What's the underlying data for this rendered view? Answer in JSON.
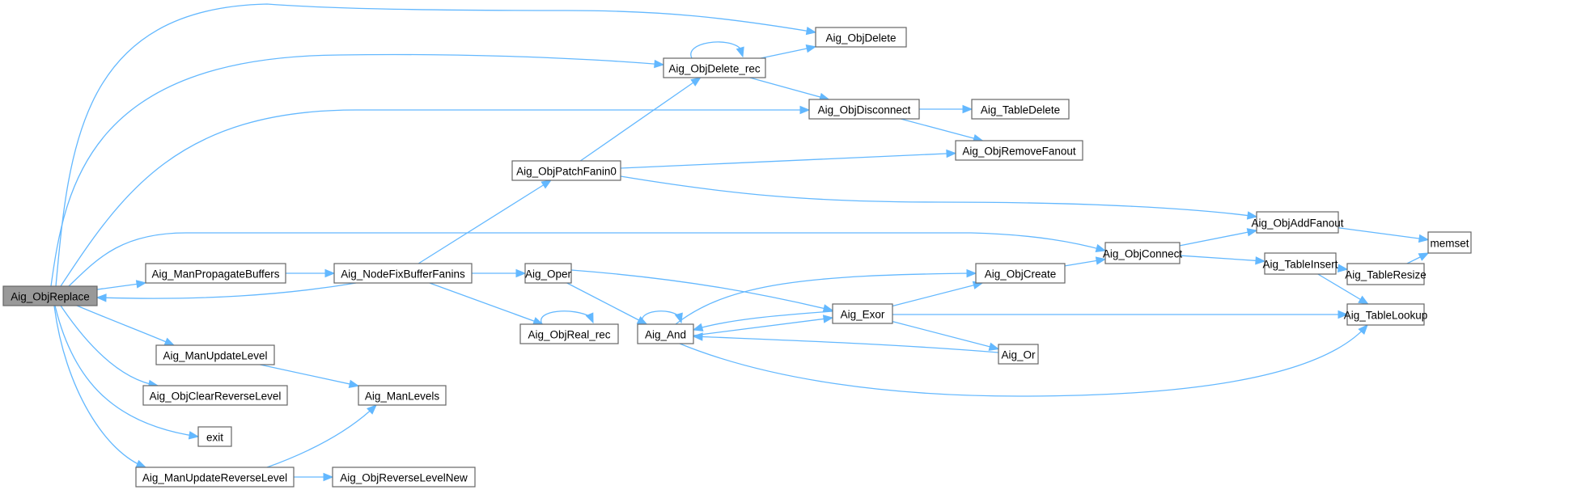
{
  "graph": {
    "title": "Aig_ObjReplace call graph",
    "edge_color": "#63b8ff",
    "node_fill": "#ffffff",
    "root_fill": "#999999",
    "border_color": "#666666",
    "nodes": [
      {
        "id": "Aig_ObjReplace",
        "label": "Aig_ObjReplace",
        "root": true
      },
      {
        "id": "Aig_ManPropagateBuffers",
        "label": "Aig_ManPropagateBuffers"
      },
      {
        "id": "Aig_NodeFixBufferFanins",
        "label": "Aig_NodeFixBufferFanins"
      },
      {
        "id": "Aig_ObjPatchFanin0",
        "label": "Aig_ObjPatchFanin0"
      },
      {
        "id": "Aig_ObjDelete_rec",
        "label": "Aig_ObjDelete_rec"
      },
      {
        "id": "Aig_ObjDelete",
        "label": "Aig_ObjDelete"
      },
      {
        "id": "Aig_ObjDisconnect",
        "label": "Aig_ObjDisconnect"
      },
      {
        "id": "Aig_TableDelete",
        "label": "Aig_TableDelete"
      },
      {
        "id": "Aig_ObjRemoveFanout",
        "label": "Aig_ObjRemoveFanout"
      },
      {
        "id": "Aig_ObjAddFanout",
        "label": "Aig_ObjAddFanout"
      },
      {
        "id": "memset",
        "label": "memset"
      },
      {
        "id": "Aig_ObjConnect",
        "label": "Aig_ObjConnect"
      },
      {
        "id": "Aig_TableInsert",
        "label": "Aig_TableInsert"
      },
      {
        "id": "Aig_TableResize",
        "label": "Aig_TableResize"
      },
      {
        "id": "Aig_TableLookup",
        "label": "Aig_TableLookup"
      },
      {
        "id": "Aig_ObjCreate",
        "label": "Aig_ObjCreate"
      },
      {
        "id": "Aig_Oper",
        "label": "Aig_Oper"
      },
      {
        "id": "Aig_Exor",
        "label": "Aig_Exor"
      },
      {
        "id": "Aig_And",
        "label": "Aig_And"
      },
      {
        "id": "Aig_Or",
        "label": "Aig_Or"
      },
      {
        "id": "Aig_ObjReal_rec",
        "label": "Aig_ObjReal_rec"
      },
      {
        "id": "Aig_ManUpdateLevel",
        "label": "Aig_ManUpdateLevel"
      },
      {
        "id": "Aig_ManLevels",
        "label": "Aig_ManLevels"
      },
      {
        "id": "Aig_ObjClearReverseLevel",
        "label": "Aig_ObjClearReverseLevel"
      },
      {
        "id": "exit",
        "label": "exit"
      },
      {
        "id": "Aig_ManUpdateReverseLevel",
        "label": "Aig_ManUpdateReverseLevel"
      },
      {
        "id": "Aig_ObjReverseLevelNew",
        "label": "Aig_ObjReverseLevelNew"
      }
    ],
    "edges": [
      {
        "from": "Aig_ObjReplace",
        "to": "Aig_ObjDelete"
      },
      {
        "from": "Aig_ObjReplace",
        "to": "Aig_ObjDelete_rec"
      },
      {
        "from": "Aig_ObjReplace",
        "to": "Aig_ObjDisconnect"
      },
      {
        "from": "Aig_ObjReplace",
        "to": "Aig_ObjConnect"
      },
      {
        "from": "Aig_ObjReplace",
        "to": "Aig_ManPropagateBuffers"
      },
      {
        "from": "Aig_ObjReplace",
        "to": "Aig_ManUpdateLevel"
      },
      {
        "from": "Aig_ObjReplace",
        "to": "Aig_ObjClearReverseLevel"
      },
      {
        "from": "Aig_ObjReplace",
        "to": "exit"
      },
      {
        "from": "Aig_ObjReplace",
        "to": "Aig_ManUpdateReverseLevel"
      },
      {
        "from": "Aig_ManPropagateBuffers",
        "to": "Aig_NodeFixBufferFanins"
      },
      {
        "from": "Aig_NodeFixBufferFanins",
        "to": "Aig_ObjReplace"
      },
      {
        "from": "Aig_NodeFixBufferFanins",
        "to": "Aig_ObjPatchFanin0"
      },
      {
        "from": "Aig_NodeFixBufferFanins",
        "to": "Aig_Oper"
      },
      {
        "from": "Aig_NodeFixBufferFanins",
        "to": "Aig_ObjReal_rec"
      },
      {
        "from": "Aig_ObjPatchFanin0",
        "to": "Aig_ObjDelete_rec"
      },
      {
        "from": "Aig_ObjPatchFanin0",
        "to": "Aig_ObjRemoveFanout"
      },
      {
        "from": "Aig_ObjPatchFanin0",
        "to": "Aig_ObjAddFanout"
      },
      {
        "from": "Aig_ObjDelete_rec",
        "to": "Aig_ObjDelete_rec"
      },
      {
        "from": "Aig_ObjDelete_rec",
        "to": "Aig_ObjDelete"
      },
      {
        "from": "Aig_ObjDelete_rec",
        "to": "Aig_ObjDisconnect"
      },
      {
        "from": "Aig_ObjDisconnect",
        "to": "Aig_TableDelete"
      },
      {
        "from": "Aig_ObjDisconnect",
        "to": "Aig_ObjRemoveFanout"
      },
      {
        "from": "Aig_ObjConnect",
        "to": "Aig_ObjAddFanout"
      },
      {
        "from": "Aig_ObjConnect",
        "to": "Aig_TableInsert"
      },
      {
        "from": "Aig_ObjAddFanout",
        "to": "memset"
      },
      {
        "from": "Aig_TableInsert",
        "to": "Aig_TableResize"
      },
      {
        "from": "Aig_TableInsert",
        "to": "Aig_TableLookup"
      },
      {
        "from": "Aig_TableResize",
        "to": "memset"
      },
      {
        "from": "Aig_ObjCreate",
        "to": "Aig_ObjConnect"
      },
      {
        "from": "Aig_Oper",
        "to": "Aig_And"
      },
      {
        "from": "Aig_Oper",
        "to": "Aig_Exor"
      },
      {
        "from": "Aig_And",
        "to": "Aig_And"
      },
      {
        "from": "Aig_And",
        "to": "Aig_ObjCreate"
      },
      {
        "from": "Aig_And",
        "to": "Aig_Exor"
      },
      {
        "from": "Aig_And",
        "to": "Aig_TableLookup"
      },
      {
        "from": "Aig_Exor",
        "to": "Aig_And"
      },
      {
        "from": "Aig_Exor",
        "to": "Aig_ObjCreate"
      },
      {
        "from": "Aig_Exor",
        "to": "Aig_TableLookup"
      },
      {
        "from": "Aig_Exor",
        "to": "Aig_Or"
      },
      {
        "from": "Aig_Or",
        "to": "Aig_And"
      },
      {
        "from": "Aig_ObjReal_rec",
        "to": "Aig_ObjReal_rec"
      },
      {
        "from": "Aig_ManUpdateLevel",
        "to": "Aig_ManLevels"
      },
      {
        "from": "Aig_ManUpdateReverseLevel",
        "to": "Aig_ManLevels"
      },
      {
        "from": "Aig_ManUpdateReverseLevel",
        "to": "Aig_ObjReverseLevelNew"
      }
    ]
  }
}
